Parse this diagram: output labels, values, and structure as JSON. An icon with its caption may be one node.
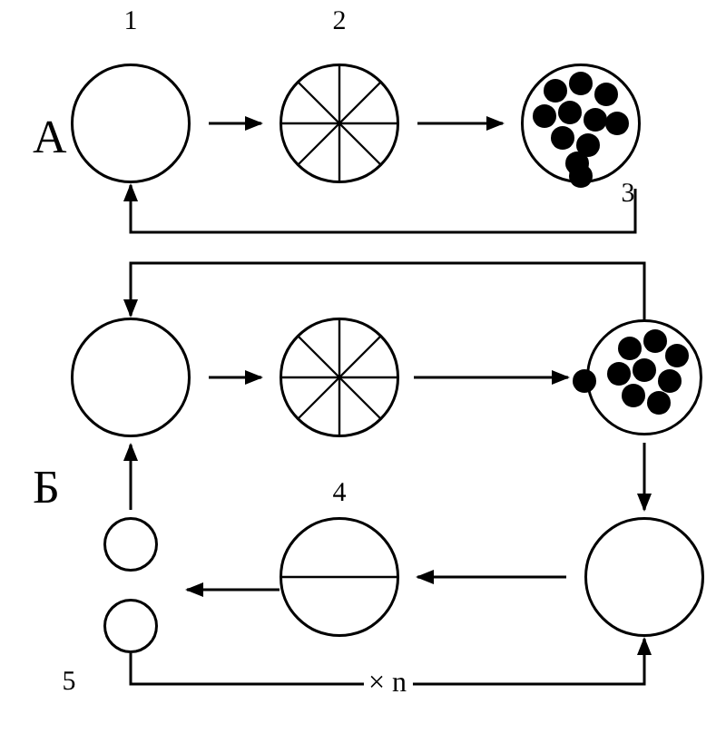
{
  "diagram": {
    "nodes": [
      {
        "text": [],
        "shape": "circle",
        "beside": [
          "1"
        ]
      },
      {
        "text": [],
        "shape": "circle",
        "beside": [
          "2"
        ]
      },
      {
        "text": [],
        "shape": "circle",
        "beside": [
          "3"
        ]
      },
      {
        "text": [],
        "shape": "circle"
      },
      {
        "text": [],
        "shape": "circle"
      },
      {
        "text": [],
        "shape": "circle"
      },
      {
        "text": [],
        "shape": "circle"
      },
      {
        "text": [],
        "shape": "circle",
        "beside": [
          "4"
        ]
      },
      {
        "text": [],
        "shape": "circle"
      },
      {
        "text": [],
        "shape": "circle",
        "beside": [
          "5"
        ]
      }
    ],
    "edges": [
      {
        "from": 0,
        "to": 1,
        "arrow": "to"
      },
      {
        "from": 1,
        "to": 2,
        "arrow": "to"
      },
      {
        "from": 2,
        "to": 0,
        "arrow": "to"
      },
      {
        "from": 3,
        "to": 4,
        "arrow": "to"
      },
      {
        "from": 4,
        "to": 5,
        "arrow": "to"
      },
      {
        "from": 5,
        "to": 3,
        "arrow": "to"
      },
      {
        "from": 5,
        "to": 6,
        "arrow": "to"
      },
      {
        "from": 6,
        "to": 7,
        "arrow": "to"
      },
      {
        "from": 7,
        "to": 9,
        "arrow": "to"
      },
      {
        "from": 8,
        "to": 3,
        "arrow": "to"
      },
      {
        "from": 9,
        "to": 6,
        "arrow": "to",
        "label": "× n"
      }
    ],
    "labels": [
      "А",
      "Б"
    ]
  }
}
